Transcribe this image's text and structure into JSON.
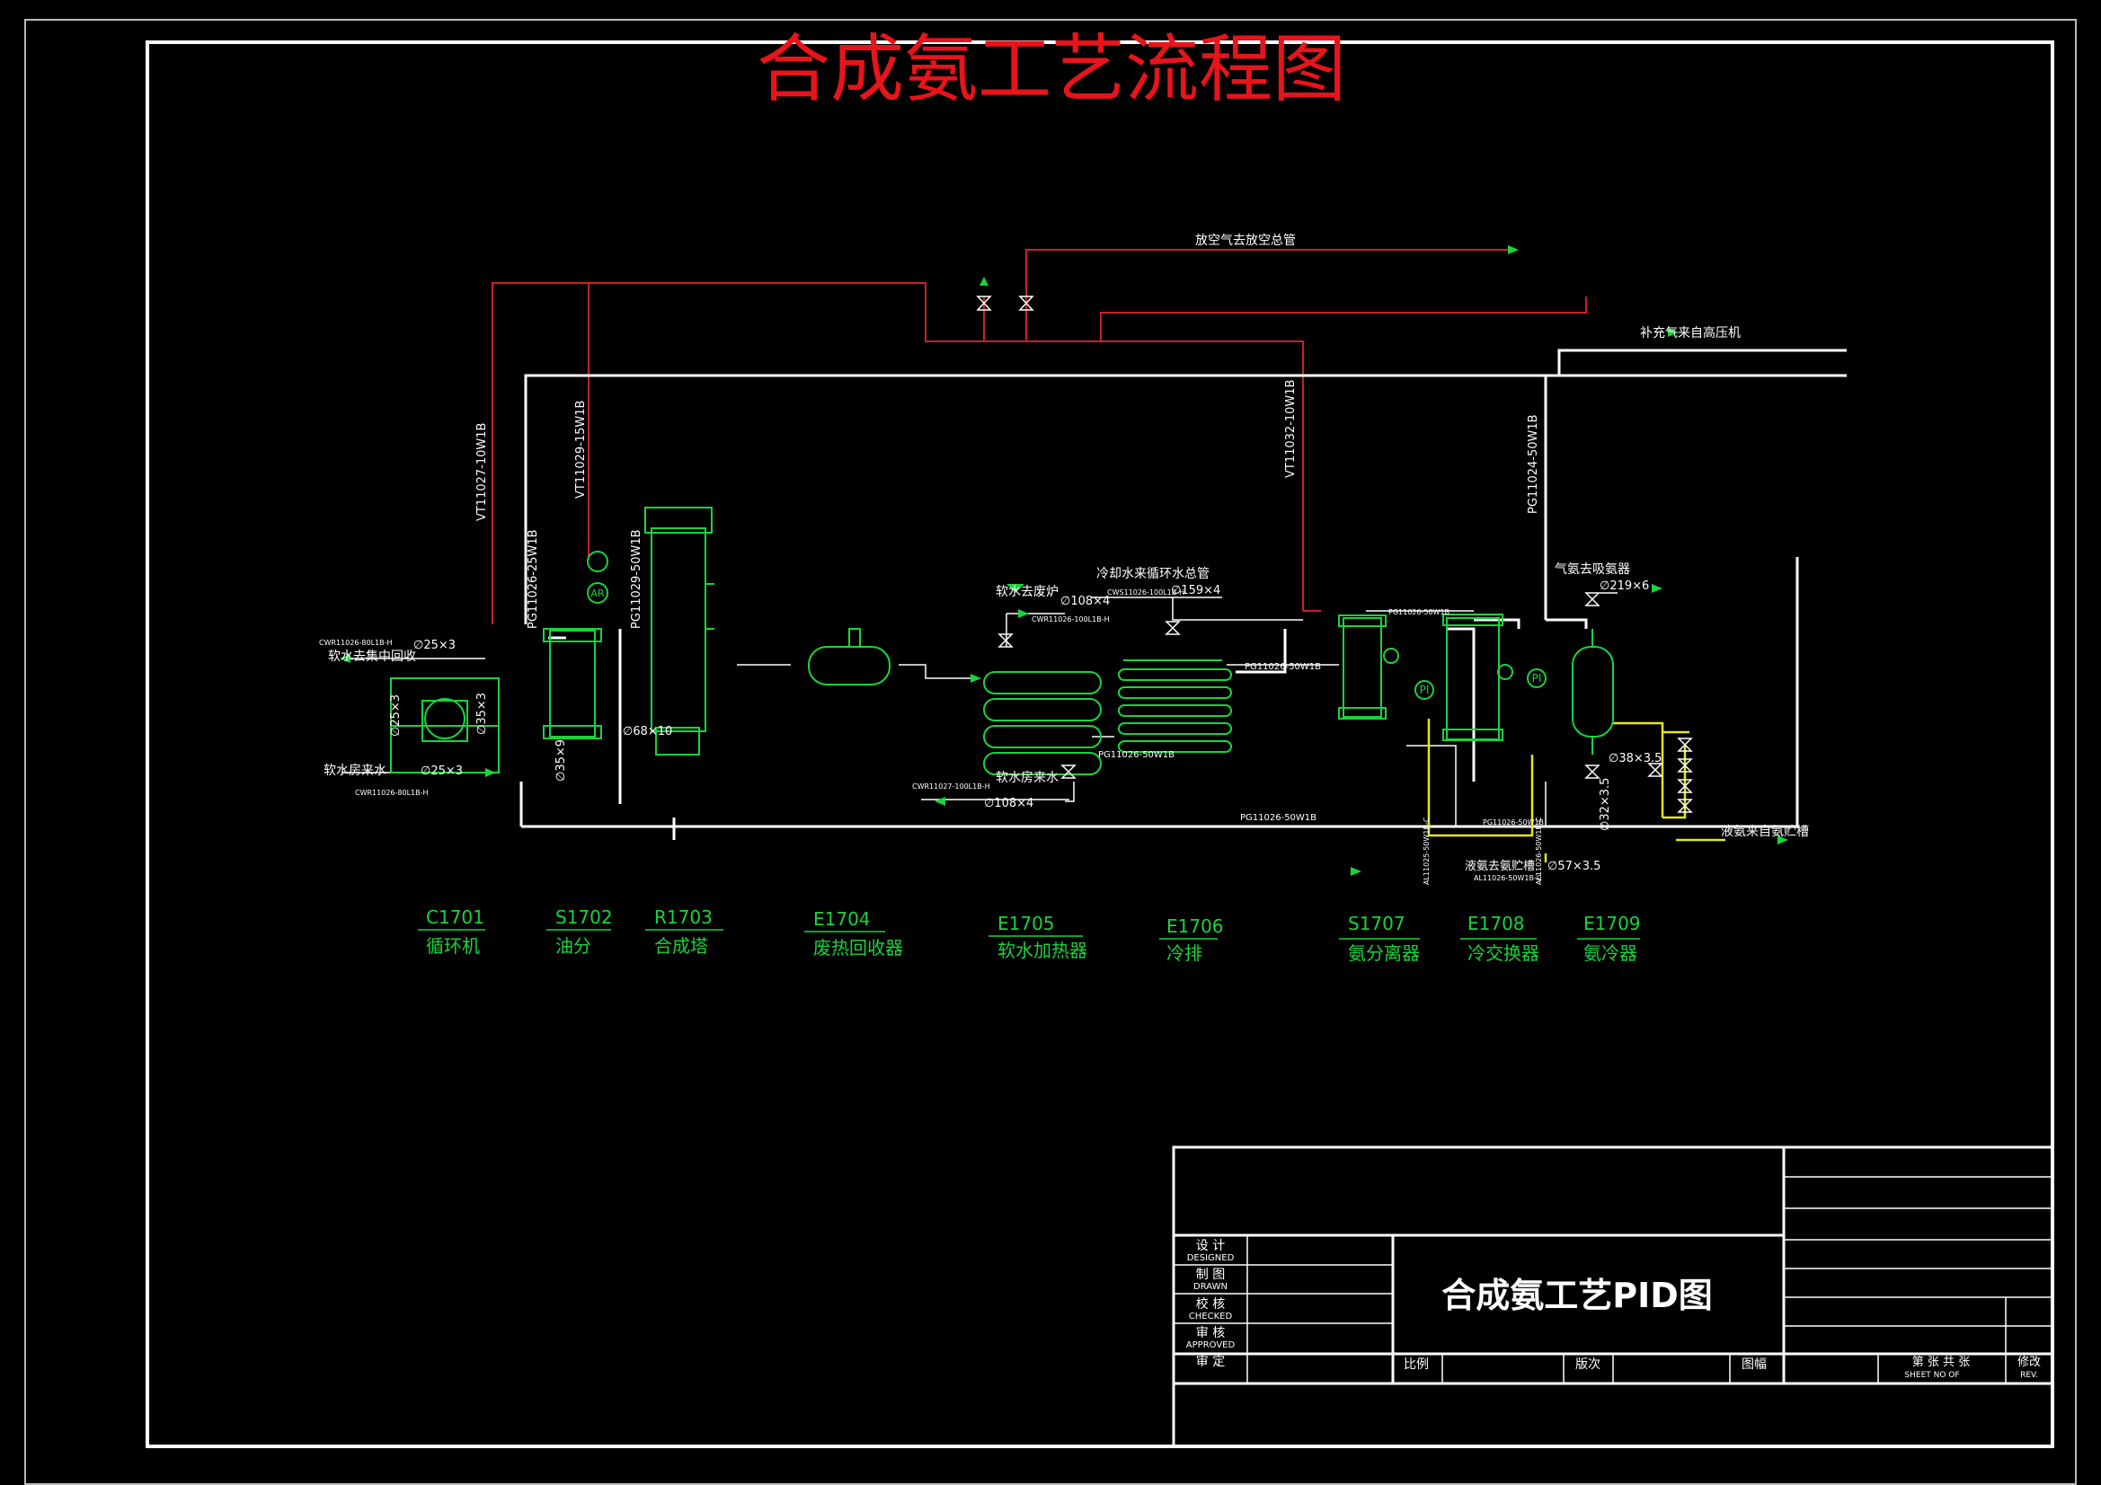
{
  "drawing": {
    "title": "合成氨工艺流程图",
    "colors": {
      "background": "#000000",
      "frame": "#ffffff",
      "title": "#e8141b",
      "equipment": "#19d43c",
      "gas_line": "#c8202e",
      "main_line": "#ffffff",
      "ammonia_line": "#e6e619"
    }
  },
  "top_labels": {
    "vent": "放空气去放空总管",
    "makeup": "补充气来自高压机",
    "line_vt1": "VT11027-10W1B",
    "line_vt2": "VT11029-15W1B",
    "line_vt3": "VT11032-10W1B",
    "line_pg1": "PG11026-25W1B",
    "line_pg2": "PG11029-50W1B",
    "line_pg3": "PG11024-50W1B",
    "pg_bottom": "PG11026-50W1B",
    "pg_mid": "PG11026-50W1B",
    "pg_mid2": "PG11026-50W1B"
  },
  "process_labels": {
    "soft_return": "软水去集中回收",
    "soft_supply": "软水房来水",
    "pipe_25x3_top": "∅25×3",
    "pipe_25x3_left": "∅25×3",
    "pipe_25x3_in": "∅25×3",
    "pipe_35x3": "∅35×3",
    "pipe_35x9": "∅35×9",
    "pipe_68x10": "∅68×10",
    "cw_top": "CWR11026-80L1B-H",
    "cw_bottom": "CWR11026-80L1B-H",
    "boiler_label": "软水去废炉",
    "boiler_pipe": "∅108×4",
    "boiler_cw": "CWR11026-100L1B-H",
    "soft_house_label": "软水房来水",
    "soft_house_pipe": "∅108×4",
    "soft_house_cw": "CWR11027-100L1B-H",
    "cool_header": "冷却水来循环水总管",
    "cool_pipe": "∅159×4",
    "cool_cw": "CWS11026-100L1B-H",
    "gas_ammonia": "气氨去吸氨器",
    "gas_ammonia_pipe": "∅219×6",
    "liq_ammonia_store": "液氨去氨贮槽",
    "liq_ammonia_pipe": "∅57×3.5",
    "liq_ammonia_in": "液氨来自氨贮槽",
    "pipe_38x3_5": "∅38×3.5",
    "pipe_32x3_5": "∅32×3.5",
    "al1": "AL11025-50W1B-C",
    "al2": "AL11026-50W1B-C",
    "al3": "AL11026-50W1B-C",
    "pg_small1": "PG11026-50W1B",
    "pg_small2": "PG11026-50W1B",
    "instrument_ar": "AR",
    "instrument_pi1": "PI",
    "instrument_pi2": "PI"
  },
  "equipment": [
    {
      "tag": "C1701",
      "name": "循环机"
    },
    {
      "tag": "S1702",
      "name": "油分"
    },
    {
      "tag": "R1703",
      "name": "合成塔"
    },
    {
      "tag": "E1704",
      "name": "废热回收器"
    },
    {
      "tag": "E1705",
      "name": "软水加热器"
    },
    {
      "tag": "E1706",
      "name": "冷排"
    },
    {
      "tag": "S1707",
      "name": "氨分离器"
    },
    {
      "tag": "E1708",
      "name": "冷交换器"
    },
    {
      "tag": "E1709",
      "name": "氨冷器"
    }
  ],
  "title_block": {
    "drawing_name": "合成氨工艺PID图",
    "designed": "设 计",
    "designed_en": "DESIGNED",
    "drawn": "制 图",
    "drawn_en": "DRAWN",
    "checked": "校 核",
    "checked_en": "CHECKED",
    "approved": "审 核",
    "approved_en": "APPROVED",
    "final": "审 定",
    "scale": "比例",
    "version": "版次",
    "sheet_size": "图幅",
    "sheet": "第 张 共 张",
    "sheet_en": "SHEET NO OF",
    "revision": "修改",
    "revision_en": "REV."
  }
}
